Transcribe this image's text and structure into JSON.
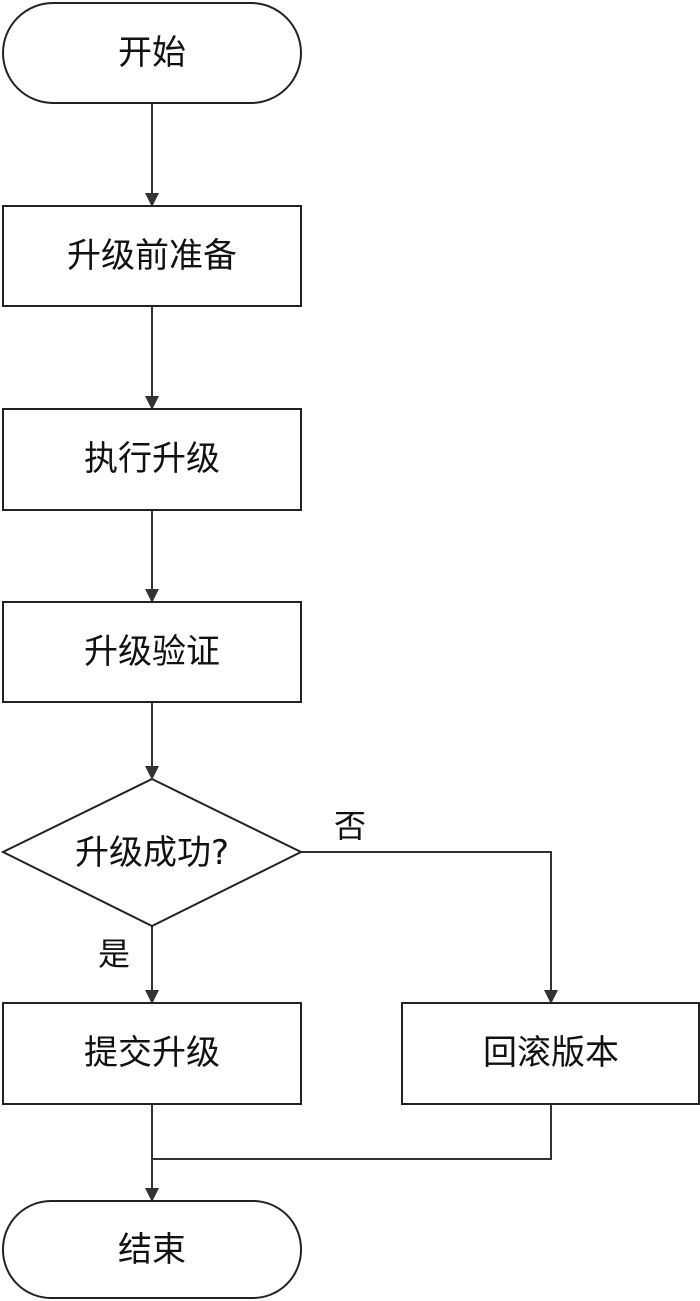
{
  "flowchart": {
    "nodes": {
      "start": {
        "label": "开始",
        "shape": "terminal"
      },
      "prepare": {
        "label": "升级前准备",
        "shape": "process"
      },
      "execute": {
        "label": "执行升级",
        "shape": "process"
      },
      "verify": {
        "label": "升级验证",
        "shape": "process"
      },
      "decision": {
        "label": "升级成功?",
        "shape": "decision"
      },
      "commit": {
        "label": "提交升级",
        "shape": "process"
      },
      "rollback": {
        "label": "回滚版本",
        "shape": "process"
      },
      "end": {
        "label": "结束",
        "shape": "terminal"
      }
    },
    "edges": [
      {
        "from": "start",
        "to": "prepare",
        "label": ""
      },
      {
        "from": "prepare",
        "to": "execute",
        "label": ""
      },
      {
        "from": "execute",
        "to": "verify",
        "label": ""
      },
      {
        "from": "verify",
        "to": "decision",
        "label": ""
      },
      {
        "from": "decision",
        "to": "commit",
        "label": "是"
      },
      {
        "from": "decision",
        "to": "rollback",
        "label": "否"
      },
      {
        "from": "commit",
        "to": "end",
        "label": ""
      },
      {
        "from": "rollback",
        "to": "end",
        "label": ""
      }
    ],
    "colors": {
      "stroke": "#222222",
      "line": "#333333",
      "fill": "#ffffff",
      "text": "#111111"
    }
  }
}
